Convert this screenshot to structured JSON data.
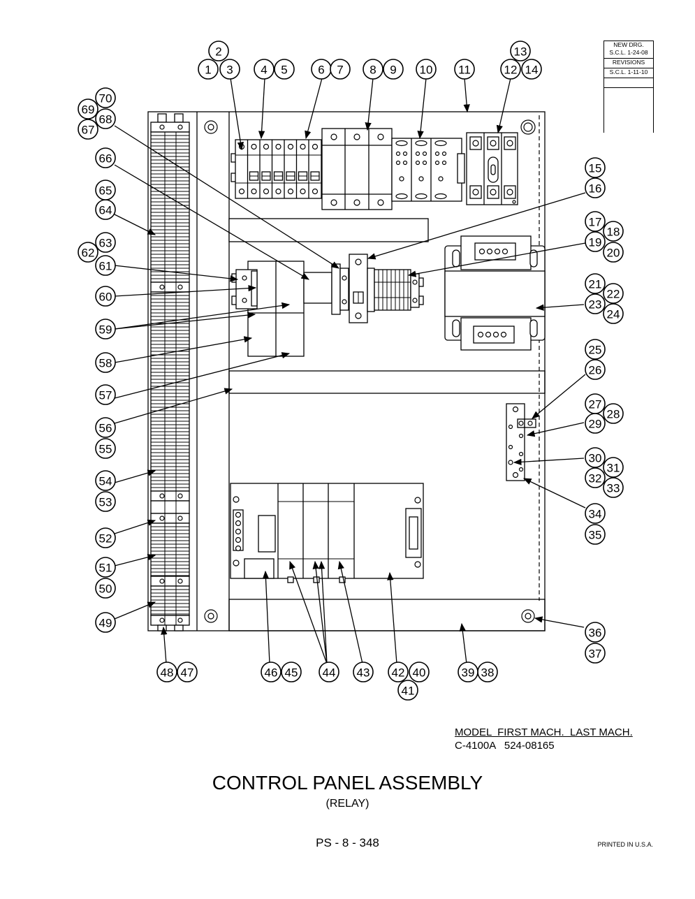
{
  "revision_block": {
    "new_drawing": "NEW DRG.",
    "new_drawing_date": "S.C.L. 1-24-08",
    "revisions": "REVISIONS",
    "revision_date": "S.C.L. 1-11-10"
  },
  "callouts": [
    "1",
    "2",
    "3",
    "4",
    "5",
    "6",
    "7",
    "8",
    "9",
    "10",
    "11",
    "12",
    "13",
    "14",
    "15",
    "16",
    "17",
    "18",
    "19",
    "20",
    "21",
    "22",
    "23",
    "24",
    "25",
    "26",
    "27",
    "28",
    "29",
    "30",
    "31",
    "32",
    "33",
    "34",
    "35",
    "36",
    "37",
    "38",
    "39",
    "40",
    "41",
    "42",
    "43",
    "44",
    "45",
    "46",
    "47",
    "48",
    "49",
    "50",
    "51",
    "52",
    "53",
    "54",
    "55",
    "56",
    "57",
    "58",
    "59",
    "60",
    "61",
    "62",
    "63",
    "64",
    "65",
    "66",
    "67",
    "68",
    "69",
    "70"
  ],
  "model_table": {
    "header": "MODEL  FIRST MACH.  LAST MACH.",
    "row": "C-4100A   524-08165"
  },
  "title": "CONTROL PANEL ASSEMBLY",
  "subtitle": "(RELAY)",
  "page_number": "PS - 8 - 348",
  "printed": "PRINTED IN U.S.A."
}
